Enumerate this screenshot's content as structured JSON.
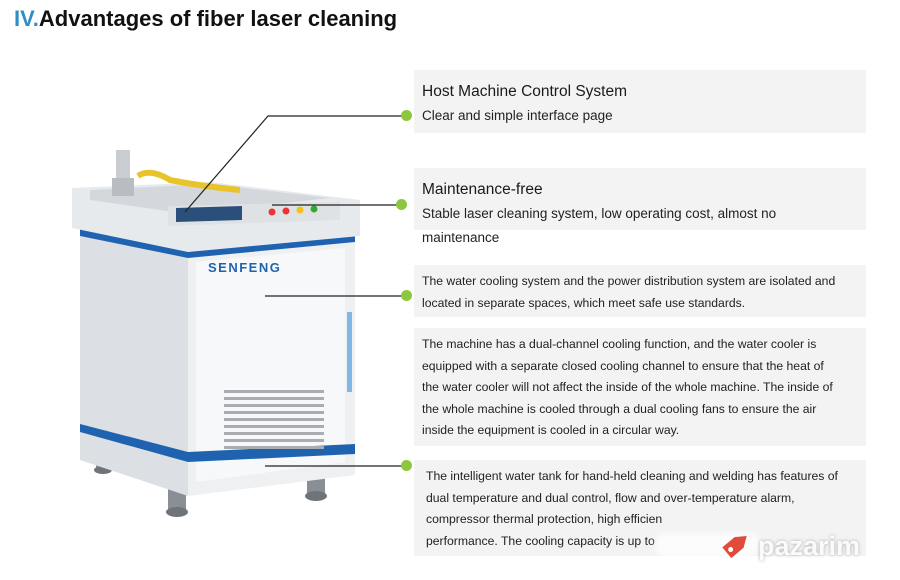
{
  "title": {
    "num": "IV.",
    "text": "Advantages of fiber laser cleaning"
  },
  "brand": "SENFENG",
  "features": [
    {
      "heading": "Host Machine Control System",
      "body": "Clear and simple interface page"
    },
    {
      "heading": "Maintenance-free",
      "body_line1": "Stable laser cleaning system, low operating cost, almost no",
      "body_line2": "maintenance"
    },
    {
      "line1": "The water cooling system and the power distribution system are isolated and",
      "line2": "located in separate spaces, which meet safe use standards."
    },
    {
      "line1": "The machine has a dual-channel cooling function, and the water cooler is",
      "line2": "equipped with a separate closed cooling channel to ensure that the heat of",
      "line3": "the water cooler will not affect the inside of the whole machine. The inside of",
      "line4": "the whole machine is cooled through a dual cooling fans to ensure the air",
      "line5": "inside the equipment is cooled in a circular way."
    },
    {
      "line1": "The intelligent water tank for hand-held cleaning and welding has features of",
      "line2": "dual temperature and dual control, flow and over-temperature alarm,",
      "line3": "compressor thermal protection, high efficien",
      "line4": "performance. The cooling capacity is up to"
    }
  ],
  "watermark": "pazarim",
  "colors": {
    "accent_blue": "#2f8fc4",
    "dot_green": "#8dc63f",
    "machine_blue": "#1f63b0"
  }
}
